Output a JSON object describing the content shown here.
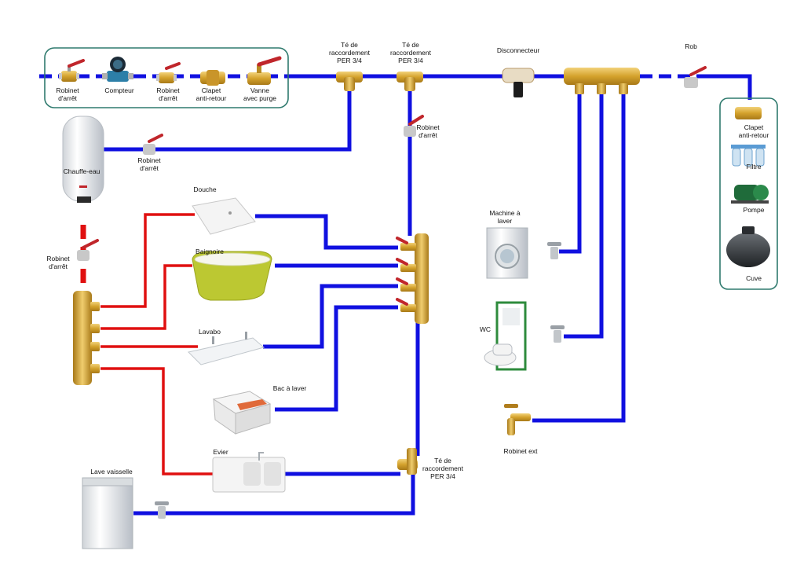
{
  "colors": {
    "cold": "#1010e0",
    "hot": "#e01010",
    "frame": "#2f7a6e",
    "brass": "#d4a22c",
    "valve_red": "#c0262b"
  },
  "labels": {
    "robinet_arret_1": [
      "Robinet",
      "d'arrêt"
    ],
    "compteur": [
      "Compteur"
    ],
    "robinet_arret_2": [
      "Robinet",
      "d'arrêt"
    ],
    "clapet_1": [
      "Clapet",
      "anti-retour"
    ],
    "vanne_purge": [
      "Vanne",
      "avec purge"
    ],
    "te_1": [
      "Té de",
      "raccordement",
      "PER 3/4"
    ],
    "te_2": [
      "Té de",
      "raccordement",
      "PER 3/4"
    ],
    "disconnecteur": [
      "Disconnecteur"
    ],
    "rob": [
      "Rob"
    ],
    "robinet_arret_te2": [
      "Robinet",
      "d'arrêt"
    ],
    "chauffe_eau": [
      "Chauffe-eau"
    ],
    "robinet_arret_chauffe": [
      "Robinet",
      "d'arrêt"
    ],
    "clapet_2": [
      "Clapet",
      "anti-retour"
    ],
    "filtre": [
      "Filtre"
    ],
    "pompe": [
      "Pompe"
    ],
    "cuve": [
      "Cuve"
    ],
    "douche": [
      "Douche"
    ],
    "baignoire": [
      "Baignoire"
    ],
    "lavabo": [
      "Lavabo"
    ],
    "bac_laver": [
      "Bac à laver"
    ],
    "evier": [
      "Evier"
    ],
    "lave_vaisselle": [
      "Lave vaisselle"
    ],
    "robinet_arret_hot": [
      "Robinet",
      "d'arrêt"
    ],
    "machine_laver": [
      "Machine à",
      "laver"
    ],
    "wc": [
      "WC"
    ],
    "robinet_ext": [
      "Robinet ext"
    ],
    "te_3": [
      "Té de",
      "raccordement",
      "PER 3/4"
    ]
  },
  "icons": {
    "valve": "ball-valve-icon",
    "meter": "water-meter-icon",
    "check": "check-valve-icon",
    "tee": "tee-fitting-icon",
    "manifold": "manifold-icon",
    "heater": "water-heater-icon",
    "pump": "pump-icon",
    "tank": "tank-icon",
    "filter": "filter-icon"
  }
}
